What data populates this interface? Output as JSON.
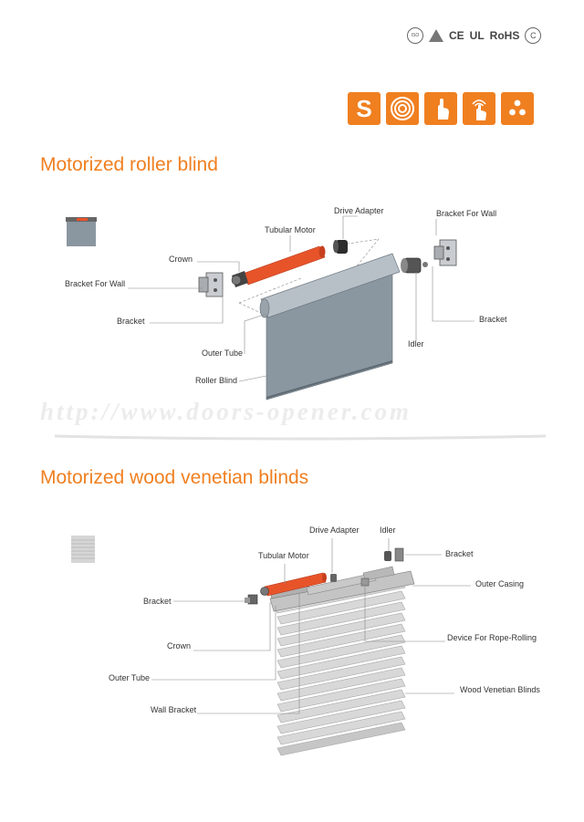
{
  "certifications": [
    "ISO",
    "CE",
    "UL",
    "RoHS",
    "C"
  ],
  "sections": {
    "roller": {
      "title": "Motorized roller blind",
      "labels": {
        "drive_adapter": "Drive Adapter",
        "bracket_for_wall_right": "Bracket For Wall",
        "tubular_motor": "Tubular Motor",
        "crown": "Crown",
        "bracket_for_wall_left": "Bracket For Wall",
        "bracket_left": "Bracket",
        "bracket_right": "Bracket",
        "outer_tube": "Outer Tube",
        "idler": "Idler",
        "roller_blind": "Roller Blind"
      }
    },
    "venetian": {
      "title": "Motorized wood venetian blinds",
      "labels": {
        "drive_adapter": "Drive Adapter",
        "idler": "Idler",
        "bracket_right": "Bracket",
        "tubular_motor": "Tubular Motor",
        "outer_casing": "Outer Casing",
        "bracket_left": "Bracket",
        "device_rope": "Device For Rope-Rolling",
        "crown": "Crown",
        "outer_tube": "Outer Tube",
        "wood_blinds": "Wood Venetian Blinds",
        "wall_bracket": "Wall Bracket"
      }
    }
  },
  "watermark": "http://www.doors-opener.com",
  "colors": {
    "accent": "#f07f20",
    "motor": "#e8542a",
    "blind": "#8a96a0",
    "venetian": "#c9c9c9"
  }
}
